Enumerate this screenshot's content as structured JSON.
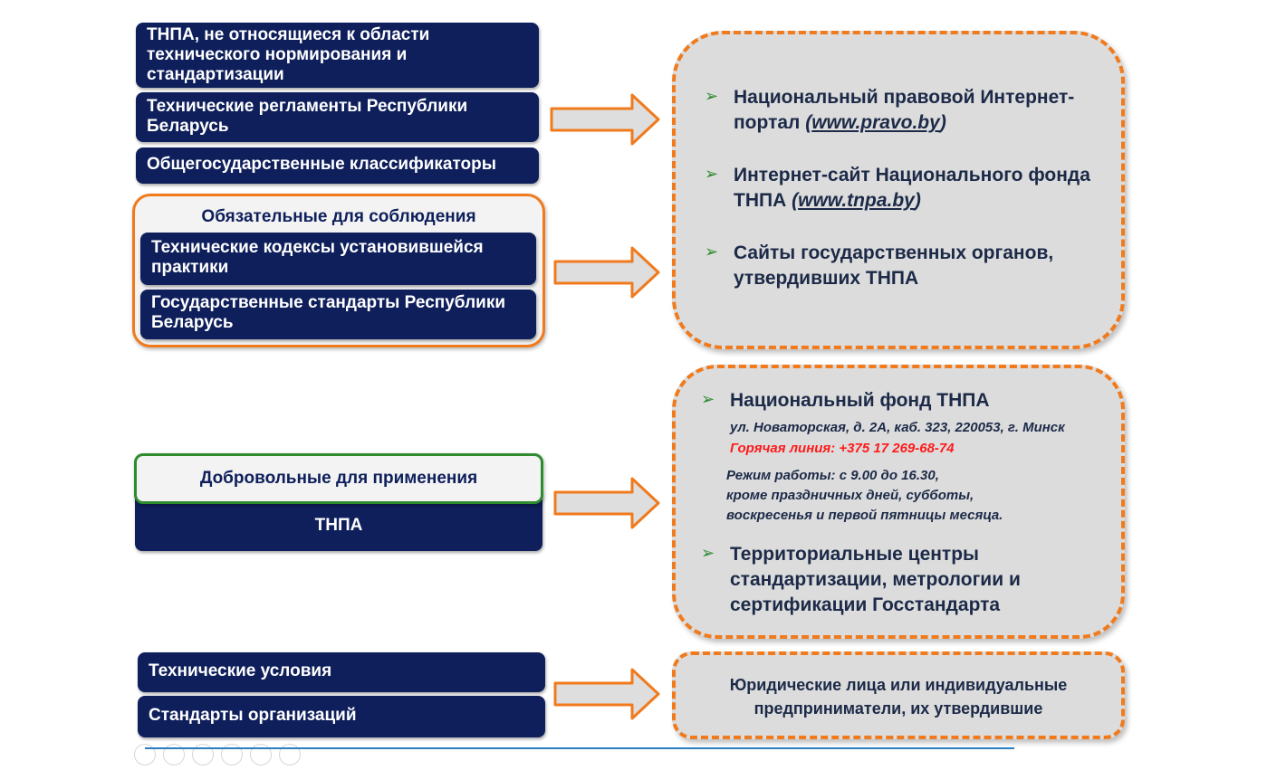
{
  "left": {
    "non_standard": "ТНПА, не относящиеся к области технического нормирования и стандартизации",
    "tech_regulations": "Технические регламенты Республики Беларусь",
    "classifiers": "Общегосударственные классификаторы",
    "mandatory_group": {
      "title": "Обязательные для соблюдения",
      "codes": "Технические кодексы установившейся практики",
      "state_standards": "Государственные стандарты Республики Беларусь"
    },
    "voluntary_group": {
      "title": "Добровольные для применения",
      "tnpa": "ТНПА"
    },
    "tech_conditions": "Технические условия",
    "org_standards": "Стандарты организаций"
  },
  "right": {
    "box1": {
      "item1_text": "Национальный правовой Интернет-портал",
      "item1_link": "www.pravo.by",
      "item2_text": "Интернет-сайт Национального фонда ТНПА",
      "item2_link": "www.tnpa.by",
      "item3_text": "Сайты государственных органов, утвердивших ТНПА"
    },
    "box2": {
      "item1_title": "Национальный фонд ТНПА",
      "address": "ул. Новаторская, д. 2А, каб. 323, 220053, г. Минск",
      "hotline": "Горячая линия: +375 17 269-68-74",
      "hours_1": "Режим работы: с 9.00 до 16.30,",
      "hours_2": "кроме праздничных дней, субботы,",
      "hours_3": "воскресенья и первой пятницы месяца.",
      "item2_title": "Территориальные центры стандартизации, метрологии и сертификации Госстандарта"
    },
    "box3": {
      "text": "Юридические лица или индивидуальные предприниматели, их утвердившие"
    }
  },
  "colors": {
    "navy": "#0e1f5b",
    "orange": "#f07a1c",
    "green": "#2e8b2e",
    "gray": "#dcdcdc",
    "red": "#ff1a1a"
  },
  "icons": {
    "bullet": "chevron-right-icon",
    "arrow": "block-arrow-right-icon"
  }
}
